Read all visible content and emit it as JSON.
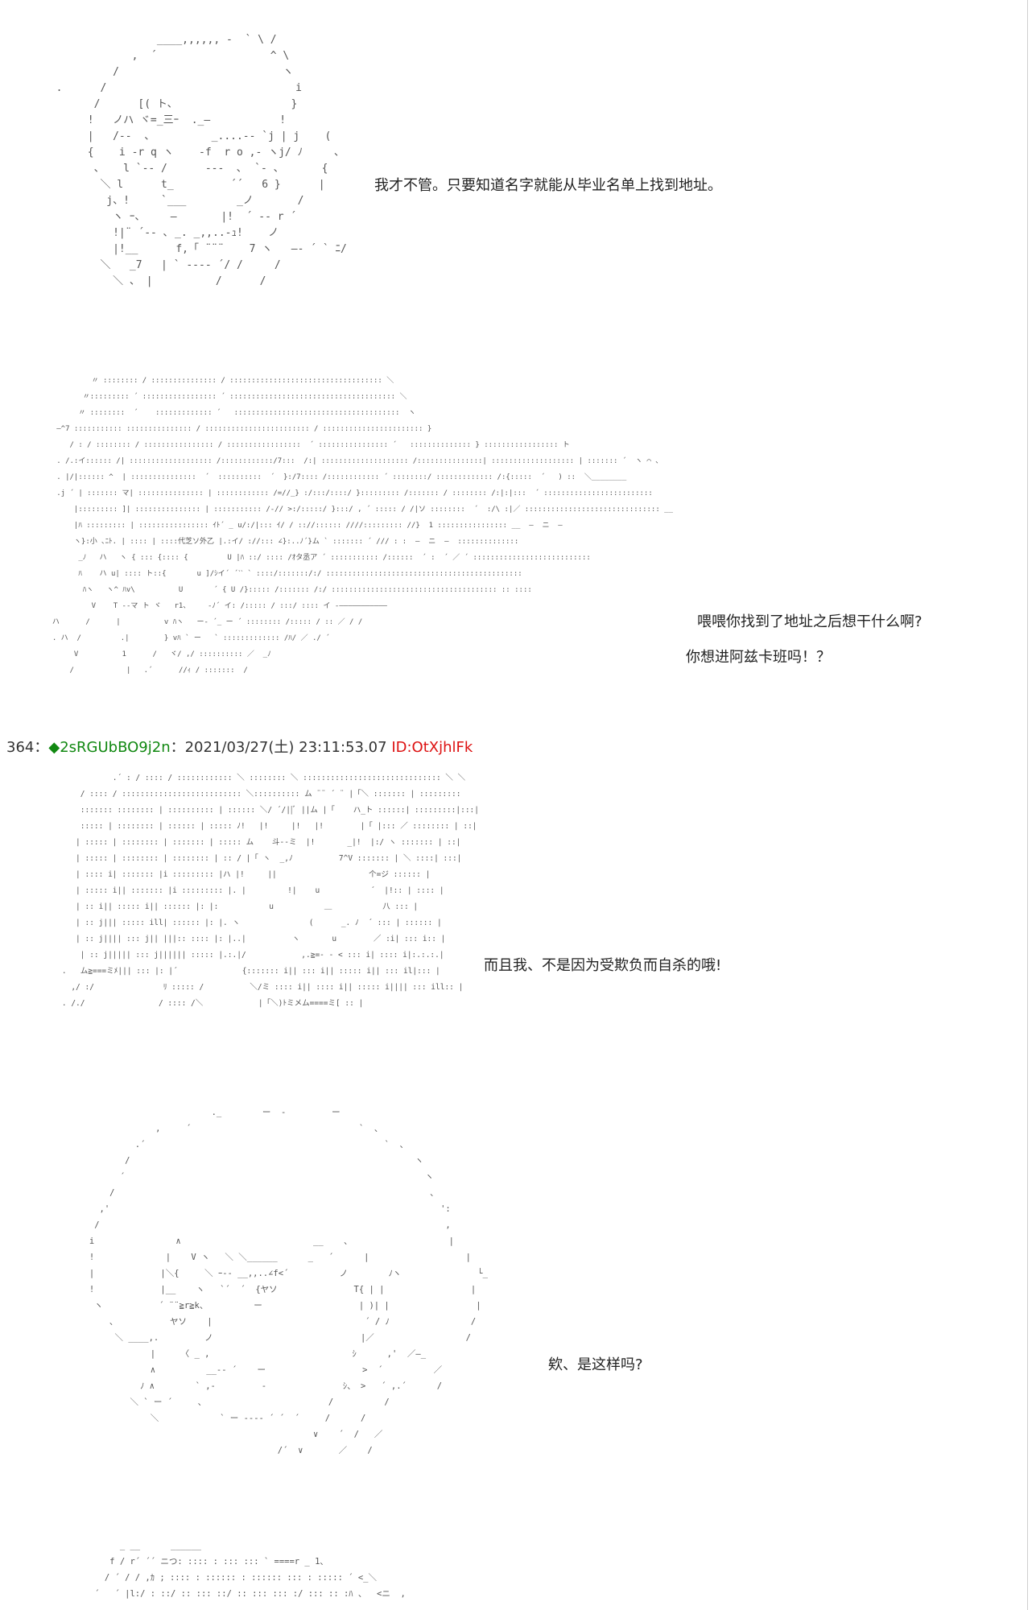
{
  "panels": [
    {
      "art": "                  ____,,,,,, -  ` \\ /\n              ,  ´                  ^ \\\n           /                          ヽ\n  .      /                              i\n        /      [( ト、                  }\n       !   ノハ ヾ=_三ｰ  ._—           !\n       |   /--  、         _....-- `j | j    (\n       {    i -r q ヽ    -f  r o ,- ヽj/ ﾉ     ､\n        、   l `-‐ /      ‐--  ､  `‐ 、      {\n         ＼ l      t_         ´´   6 }      |\n          j、!     `___        _ノ       /\n           ヽ ｰ、    ―       |!  ´ -‐ r ´\n           !|¨ ´‐- ､ _. _,,..-ｭ!    ノ\n           |!__      f,「 ¨¨¨    7 ヽ   ―- ´ ` ﾆ/\n         ＼   _7   | ` ‐--- ´/ /     /\n           ＼ 、 |          /      /",
      "text": "我才不管。只要知道名字就能从毕业名单上找到地址。"
    },
    {
      "art": "           〃 :::::::: / ::::::::::::::: / ::::::::::::::::::::::::::::::::::: ＼\n         〃::::::::: ´ ::::::::::::::::: ´ :::::::::::::::::::::::::::::::::::::: ＼\n        〃 ::::::::  ´    ::::::::::::: ´   ::::::::::::::::::::::::::::::::::::::  ヽ\n   —^7 ::::::::::: ::::::::::::::: / :::::::::::::::::::::::: / ::::::::::::::::::::::: }\n      / : / :::::::: / :::::::::::::::: / :::::::::::::::::  ´ :::::::::::::::: ´   :::::::::::::: } ::::::::::::::::: ト\n   . /.:イ:::::: /| ::::::::::::::::::: /::::::::::::/7:::  /:| :::::::::::::::::::: /:::::::::::::::| ::::::::::::::::::: | ::::::: ´  ヽ ⌒ ､\n   . |/|:::::: ^  | :::::::::::::::  ´  ::::::::::  ´  }:/7:::: /:::::::::::: ´ ::::::::/ ::::::::::::: /:{:::::  ´   ) ::  ＼________\n   .j ´ | ::::::: マ| ::::::::::::::: | :::::::::::: /=//_} :/:::/::::/ }::::::::: /::::::: / :::::::: /:|:|:::  ´ :::::::::::::::::::::::::\n       |::::::::: ]| ::::::::::::::: | ::::::::::: /-// >:/:::::/ }:::/ , ´ ::::: / /|ソ ::::::::  ´  :/\\ :|／ ::::::::::::::::::::::::::::::: __\n       |ﾊ ::::::::: | :::::::::::::::: ｲﾄ´ _ u/:/|::: ｲ/ / :://:::::: ////::::::::: //}  1 :::::::::::::::: __  —  ニ  —\n       ヽ}:小 ､ﾆﾄ. | :::: | ::::代芝ソ外乙 |.:イ/ ://::: ∠}:..ﾉ´}ム ` ::::::: ´ /// : :  —  ニ  —  ::::::::::::::\n        _ﾉ   ハ   ヽ { ::: {:::: {         U |ﾊ ::/ :::: /ｵタ丞ア ´ ::::::::::: /::::::  ´ :  ´ ／ ´ :::::::::::::::::::::::::::\n        ﾊ    ハ u| :::: ト::{       u ]/ｼイ´ ´ˋˋ ` ::::/:::::::/:/ :::::::::::::::::::::::::::::::::::::::::::::\n         ﾊヽ   ヽ^ ﾊv\\          U       ´ { U /}::::: /::::::: /:/ :::::::::::::::::::::::::::::::::::::: :: ::::\n           V    T --マ ト ヾ   r1、    -ﾉ´ イ: /::::: / :::/ :::: イ -———————————\n  ハ      /      |          v ﾊヽ   ー- ´_ ー ´ :::::::: /::::: / :: ／ / /\n  . ハ  /         .|        } vﾊ ` ー   ` ::::::::::::: /ﾊ/ ／ ./ ´\n       V          1      /   ヾ/ ,/ :::::::::: ／  _ﾉ\n      /            |   .´      //ｨ / :::::::  /",
      "text_lines": [
        "喂喂你找到了地址之后想干什么啊?",
        "你想进阿兹卡班吗！？"
      ]
    }
  ],
  "post": {
    "number": "364",
    "sep1": "：",
    "trip": "◆2sRGUbBO9j2n",
    "sep2": "：",
    "datetime": "2021/03/27(土) 23:11:53.07",
    "id": "ID:OtXjhlFk"
  },
  "panels2": [
    {
      "art": "               .´ : / :::: / :::::::::::: ＼ :::::::: ＼ :::::::::::::::::::::::::::::: ＼ ＼\n        / :::: / :::::::::::::::::::::::::: ＼:::::::::: ム ¨¨ ´ ¨ |「＼ ::::::: | :::::::::\n        ::::::: :::::::: | :::::::::: | :::::: ＼/ ´/||ﾞ ||ム |「    ハ_ト ::::::| :::::::::|:::|\n        ::::: | :::::::: | :::::: | ::::: ﾉ!   |!     |!   |!        |「 |::: ／ :::::::: | ::|\n       | ::::: | :::::::: | ::::::: | ::::: ム    斗--ミ  |!       _|!  |:/ ヽ ::::::: | ::|\n       | ::::: | :::::::: | :::::::: | :: / |「 ヽ  _,ﾉ          7^V ::::::: | ＼ ::::| :::|\n       | :::: i| ::::::: |i ::::::::: |ハ |!     ||                    个=ジ :::::: |\n       | ::::: i|| ::::::: |i ::::::::: |. |         !|    u           ´  |!:: | :::: |\n       | :: i|| ::::: i|| :::::: |: |:           u           ＿           八 ::: |\n       | :: j||| ::::: ill| :::::: |: |. ヽ               (      _. ﾉ  ´ ::: | :::::: |\n       | :: j|||| ::: j|| |||:: :::: |: |..|          ヽ       u        ／ :i| ::: i:: |\n        | :: j||||| ::: j|||||| ::::: |.:.|/            ,.≧=- - < ::: i| :::: i|:.:.:.|\n    .   ム≧===ミﾒ||| ::: |: |´              {::::::: i|| ::: i|| ::::: i|| ::: il|::: |\n      ,/ :/               ﾘ ::::: /          ＼/ミ :::: i|| :::: i|| ::::: i|||| ::: ill:: |\n    . /./                / :::: /＼            |「＼)ﾄミメム====ミ[ :: |",
      "text": "而且我、不是因为受欺负而自杀的哦!"
    },
    {
      "art": "                                 ._        ー  -         ー\n                      ,     ´                                 `  、\n                  .´                                               `  、\n                /                                                        ヽ\n               ´                                                           ヽ\n             /                                                              ､\n           ,'                                                                 ':\n          /                                                                    ,\n         i                ∧                          __    、                   |\n         !              |    V ヽ   ＼ ＼______      _   ´      |                   |\n         |             |＼{     ＼ ｰ-- __,,..∠f<´          ノ        ﾉヽ               └_\n         !             |__    ヽ   `´  ´  {ヤソ               T{ | |                 |\n          ヽ           ´ ¨¨≧r≧k、         ー                   | )| |                 |\n             ､           ヤソ    |                              ´ / ﾉ                /\n              ＼ ____,.         ノ                             |／                  /\n                     |     〈 _ ,                            ｼ      ,'  ／—_\n                     ∧          __-- ´    ー                   >  ´          ／\n                   ﾉ ∧        ` ,-         -               ｼ、 >   ´ ,.´      /\n                 ＼ ` ー ´     、                        /          /\n                     ＼            ` ー ---- ´ ´  ´     /      /\n                                                     ∨    ´  /   ／\n                                              /´  ∨       ／    /",
      "text": "欸、是这样吗?"
    },
    {
      "art": "               _ __      ______\n             f / r´ ´´ ニつ: :::: : ::: ::: ` ====r _ 1、\n            / ´ / / ,ｶ ; :::: : :::::: : :::::: ::: : ::::: ´ <_＼\n          ´   ´ |l:/ : ::/ :: ::: ::/ :: ::: ::: :/ ::: :: :ﾊ 、  <ニ  ,"
    }
  ]
}
